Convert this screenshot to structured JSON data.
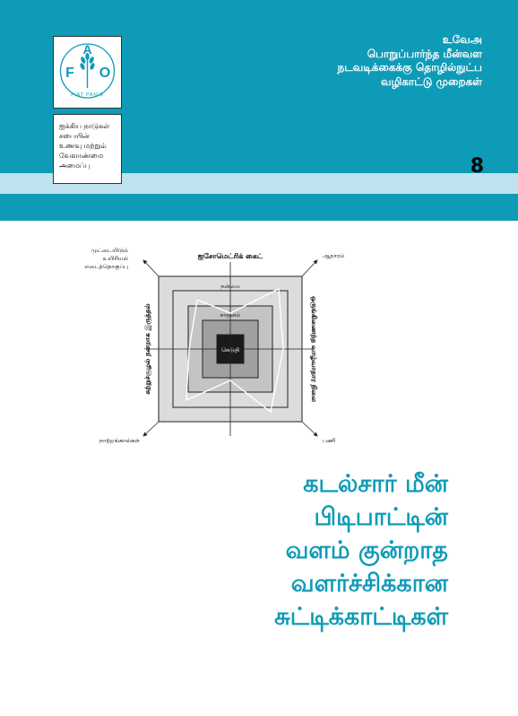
{
  "header": {
    "series_title": [
      "உவேஅ",
      "பொறுப்பார்ந்த மீன்வள",
      "நடவடிக்கைக்கு தொழில்நுட்ப",
      "வழிகாட்டு முறைகள்"
    ],
    "issue_number": "8"
  },
  "logo": {
    "initials": "FAO",
    "motto": "FIAT PANIS",
    "icon": "fao-wheat-logo-icon"
  },
  "organization": {
    "lines": [
      "ஐக்கிய நாடுகள்",
      "சபையின்",
      "உணவு மற்றும்",
      "வேளாண்மை",
      "அமைப்பு"
    ]
  },
  "diagram": {
    "top_label": "ஐசோமெட்ரிக் கைட்",
    "left_label": "சுற்றுச்சூழல் நன்றாக இருத்தல்",
    "right_label": "ஒருங்கிணைந்த வாழ்வாதார நிலை",
    "corner_top_left": [
      "முட்டையிடும்",
      "உயிரியல்",
      "எடைத்தொகுப்பு"
    ],
    "corner_top_right": "ஆதாரம்",
    "corner_bottom_left": "நாற்றங்கால்கள்",
    "corner_bottom_right": "பணி",
    "levels": [
      "நன்மை",
      "சாதனம்",
      "கெடுதி"
    ],
    "colors": {
      "outer": "#dcdcdc",
      "level2": "#c4c4c4",
      "level3": "#a0a0a0",
      "core": "#1a1a1a"
    }
  },
  "title": {
    "lines": [
      "கடல்சார் மீன்",
      "பிடிபாட்டின்",
      "வளம் குன்றாத",
      "வளர்ச்சிக்கான",
      "சுட்டிக்காட்டிகள்"
    ]
  }
}
